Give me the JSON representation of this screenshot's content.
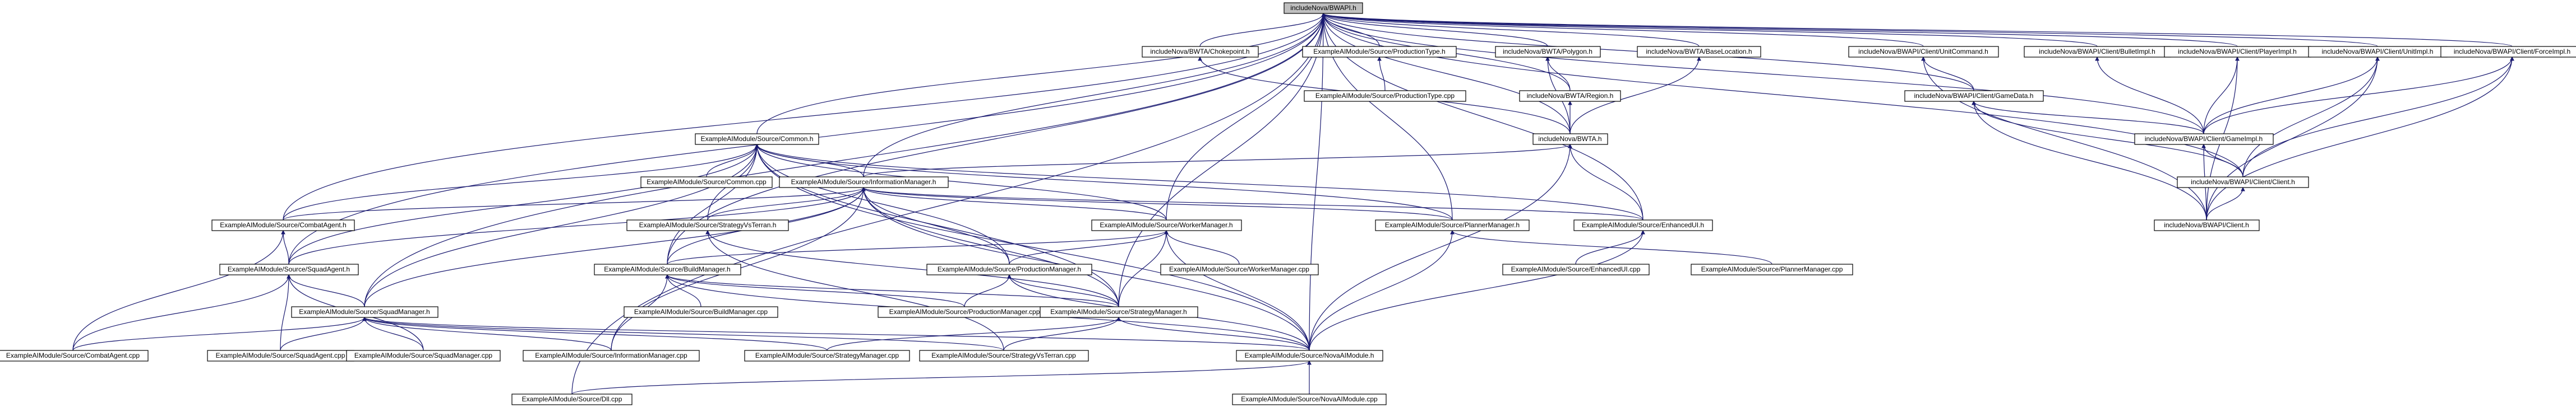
{
  "diagram": {
    "type": "include-dependency-graph",
    "nodes": [
      {
        "id": "n0",
        "label": "includeNova/BWAPI.h",
        "root": true
      },
      {
        "id": "n1",
        "label": "includeNova/BWTA/Chokepoint.h"
      },
      {
        "id": "n2",
        "label": "ExampleAIModule/Source/ProductionType.h"
      },
      {
        "id": "n3",
        "label": "includeNova/BWTA/Polygon.h"
      },
      {
        "id": "n4",
        "label": "includeNova/BWTA/BaseLocation.h"
      },
      {
        "id": "n5",
        "label": "includeNova/BWAPI/Client/UnitCommand.h"
      },
      {
        "id": "n6",
        "label": "includeNova/BWAPI/Client/BulletImpl.h"
      },
      {
        "id": "n7",
        "label": "includeNova/BWAPI/Client/PlayerImpl.h"
      },
      {
        "id": "n8",
        "label": "includeNova/BWAPI/Client/UnitImpl.h"
      },
      {
        "id": "n9",
        "label": "includeNova/BWAPI/Client/ForceImpl.h"
      },
      {
        "id": "n10",
        "label": "ExampleAIModule/Source/ProductionType.cpp"
      },
      {
        "id": "n11",
        "label": "includeNova/BWTA/Region.h"
      },
      {
        "id": "n12",
        "label": "includeNova/BWAPI/Client/GameData.h"
      },
      {
        "id": "n13",
        "label": "ExampleAIModule/Source/Common.h"
      },
      {
        "id": "n14",
        "label": "includeNova/BWTA.h"
      },
      {
        "id": "n15",
        "label": "includeNova/BWAPI/Client/GameImpl.h"
      },
      {
        "id": "n16",
        "label": "ExampleAIModule/Source/Common.cpp"
      },
      {
        "id": "n17",
        "label": "ExampleAIModule/Source/InformationManager.h"
      },
      {
        "id": "n18",
        "label": "includeNova/BWAPI/Client/Client.h"
      },
      {
        "id": "n19",
        "label": "ExampleAIModule/Source/CombatAgent.h"
      },
      {
        "id": "n20",
        "label": "ExampleAIModule/Source/StrategyVsTerran.h"
      },
      {
        "id": "n21",
        "label": "ExampleAIModule/Source/WorkerManager.h"
      },
      {
        "id": "n22",
        "label": "ExampleAIModule/Source/PlannerManager.h"
      },
      {
        "id": "n23",
        "label": "ExampleAIModule/Source/EnhancedUI.h"
      },
      {
        "id": "n24",
        "label": "includeNova/BWAPI/Client.h"
      },
      {
        "id": "n25",
        "label": "ExampleAIModule/Source/SquadAgent.h"
      },
      {
        "id": "n26",
        "label": "ExampleAIModule/Source/BuildManager.h"
      },
      {
        "id": "n27",
        "label": "ExampleAIModule/Source/ProductionManager.h"
      },
      {
        "id": "n28",
        "label": "ExampleAIModule/Source/WorkerManager.cpp"
      },
      {
        "id": "n29",
        "label": "ExampleAIModule/Source/EnhancedUI.cpp"
      },
      {
        "id": "n30",
        "label": "ExampleAIModule/Source/PlannerManager.cpp"
      },
      {
        "id": "n31",
        "label": "ExampleAIModule/Source/BuildManager.cpp"
      },
      {
        "id": "n32",
        "label": "ExampleAIModule/Source/SquadManager.h"
      },
      {
        "id": "n33",
        "label": "ExampleAIModule/Source/ProductionManager.cpp"
      },
      {
        "id": "n34",
        "label": "ExampleAIModule/Source/StrategyManager.h"
      },
      {
        "id": "n35",
        "label": "ExampleAIModule/Source/CombatAgent.cpp"
      },
      {
        "id": "n36",
        "label": "ExampleAIModule/Source/SquadAgent.cpp"
      },
      {
        "id": "n37",
        "label": "ExampleAIModule/Source/SquadManager.cpp"
      },
      {
        "id": "n38",
        "label": "ExampleAIModule/Source/InformationManager.cpp"
      },
      {
        "id": "n39",
        "label": "ExampleAIModule/Source/StrategyManager.cpp"
      },
      {
        "id": "n40",
        "label": "ExampleAIModule/Source/StrategyVsTerran.cpp"
      },
      {
        "id": "n41",
        "label": "ExampleAIModule/Source/NovaAIModule.h"
      },
      {
        "id": "n42",
        "label": "ExampleAIModule/Source/Dll.cpp"
      },
      {
        "id": "n43",
        "label": "ExampleAIModule/Source/NovaAIModule.cpp"
      }
    ],
    "edges": [
      [
        "n0",
        "n1"
      ],
      [
        "n0",
        "n2"
      ],
      [
        "n0",
        "n3"
      ],
      [
        "n0",
        "n4"
      ],
      [
        "n0",
        "n5"
      ],
      [
        "n0",
        "n6"
      ],
      [
        "n0",
        "n7"
      ],
      [
        "n0",
        "n8"
      ],
      [
        "n0",
        "n9"
      ],
      [
        "n0",
        "n11"
      ],
      [
        "n0",
        "n12"
      ],
      [
        "n0",
        "n13"
      ],
      [
        "n0",
        "n14"
      ],
      [
        "n0",
        "n15"
      ],
      [
        "n0",
        "n17"
      ],
      [
        "n0",
        "n18"
      ],
      [
        "n0",
        "n19"
      ],
      [
        "n0",
        "n21"
      ],
      [
        "n0",
        "n22"
      ],
      [
        "n0",
        "n23"
      ],
      [
        "n0",
        "n25"
      ],
      [
        "n0",
        "n26"
      ],
      [
        "n0",
        "n32"
      ],
      [
        "n0",
        "n34"
      ],
      [
        "n0",
        "n41"
      ],
      [
        "n0",
        "n42"
      ],
      [
        "n2",
        "n10"
      ],
      [
        "n3",
        "n11"
      ],
      [
        "n3",
        "n14"
      ],
      [
        "n1",
        "n14"
      ],
      [
        "n4",
        "n14"
      ],
      [
        "n11",
        "n14"
      ],
      [
        "n5",
        "n12"
      ],
      [
        "n5",
        "n24"
      ],
      [
        "n6",
        "n15"
      ],
      [
        "n7",
        "n15"
      ],
      [
        "n7",
        "n24"
      ],
      [
        "n8",
        "n15"
      ],
      [
        "n8",
        "n18"
      ],
      [
        "n8",
        "n24"
      ],
      [
        "n9",
        "n15"
      ],
      [
        "n9",
        "n18"
      ],
      [
        "n9",
        "n24"
      ],
      [
        "n12",
        "n15"
      ],
      [
        "n12",
        "n18"
      ],
      [
        "n12",
        "n24"
      ],
      [
        "n15",
        "n18"
      ],
      [
        "n15",
        "n24"
      ],
      [
        "n18",
        "n24"
      ],
      [
        "n13",
        "n16"
      ],
      [
        "n13",
        "n17"
      ],
      [
        "n13",
        "n19"
      ],
      [
        "n13",
        "n20"
      ],
      [
        "n13",
        "n21"
      ],
      [
        "n13",
        "n22"
      ],
      [
        "n13",
        "n23"
      ],
      [
        "n13",
        "n25"
      ],
      [
        "n13",
        "n26"
      ],
      [
        "n13",
        "n27"
      ],
      [
        "n13",
        "n32"
      ],
      [
        "n13",
        "n34"
      ],
      [
        "n13",
        "n41"
      ],
      [
        "n14",
        "n17"
      ],
      [
        "n14",
        "n23"
      ],
      [
        "n14",
        "n41"
      ],
      [
        "n17",
        "n19"
      ],
      [
        "n17",
        "n20"
      ],
      [
        "n17",
        "n21"
      ],
      [
        "n17",
        "n22"
      ],
      [
        "n17",
        "n23"
      ],
      [
        "n17",
        "n25"
      ],
      [
        "n17",
        "n26"
      ],
      [
        "n17",
        "n27"
      ],
      [
        "n17",
        "n32"
      ],
      [
        "n17",
        "n34"
      ],
      [
        "n17",
        "n38"
      ],
      [
        "n17",
        "n41"
      ],
      [
        "n19",
        "n25"
      ],
      [
        "n19",
        "n35"
      ],
      [
        "n20",
        "n34"
      ],
      [
        "n20",
        "n40"
      ],
      [
        "n21",
        "n26"
      ],
      [
        "n21",
        "n27"
      ],
      [
        "n21",
        "n28"
      ],
      [
        "n21",
        "n34"
      ],
      [
        "n21",
        "n41"
      ],
      [
        "n22",
        "n30"
      ],
      [
        "n22",
        "n41"
      ],
      [
        "n23",
        "n29"
      ],
      [
        "n23",
        "n41"
      ],
      [
        "n25",
        "n32"
      ],
      [
        "n25",
        "n35"
      ],
      [
        "n25",
        "n36"
      ],
      [
        "n25",
        "n37"
      ],
      [
        "n26",
        "n31"
      ],
      [
        "n26",
        "n33"
      ],
      [
        "n26",
        "n34"
      ],
      [
        "n26",
        "n38"
      ],
      [
        "n26",
        "n41"
      ],
      [
        "n27",
        "n33"
      ],
      [
        "n27",
        "n34"
      ],
      [
        "n27",
        "n41"
      ],
      [
        "n32",
        "n35"
      ],
      [
        "n32",
        "n36"
      ],
      [
        "n32",
        "n37"
      ],
      [
        "n32",
        "n38"
      ],
      [
        "n32",
        "n39"
      ],
      [
        "n32",
        "n40"
      ],
      [
        "n32",
        "n41"
      ],
      [
        "n34",
        "n39"
      ],
      [
        "n34",
        "n40"
      ],
      [
        "n34",
        "n41"
      ],
      [
        "n41",
        "n42"
      ],
      [
        "n41",
        "n43"
      ]
    ]
  }
}
